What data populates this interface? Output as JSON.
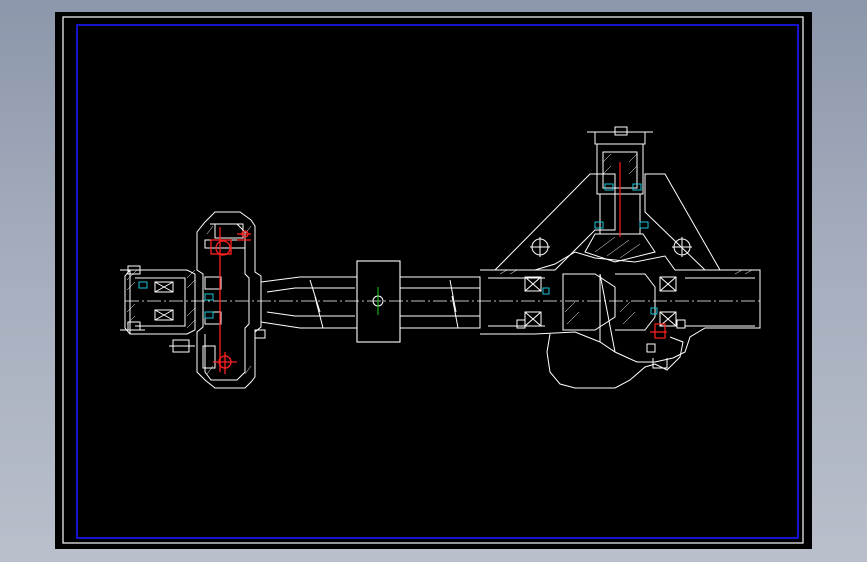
{
  "colors": {
    "background_outer": "#a2aabb",
    "viewport": "#000000",
    "outer_border": "#ffffff",
    "inner_border": "#1a1aff",
    "geometry": "#ffffff",
    "centerline": "#ffffff",
    "highlight": "#ff2020",
    "hatch": "#ffffff",
    "center_mark": "#22cc22",
    "detail_accent": "#19c6d8"
  },
  "components": {
    "left_assembly": "flange-and-hub",
    "middle": "bearing-block",
    "right_assembly": "differential-housing"
  },
  "icons": {
    "center_mark": "crosshair-icon"
  }
}
